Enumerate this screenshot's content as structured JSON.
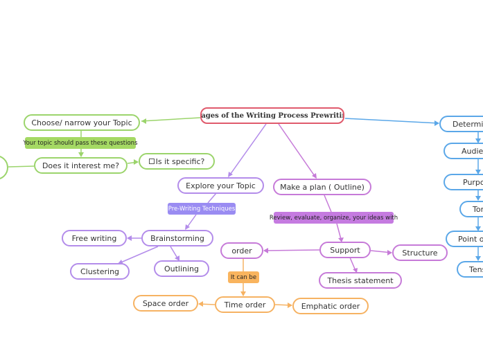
{
  "colors": {
    "root": "#e05a6c",
    "green": "#9bd46b",
    "purple": "#b38cea",
    "plum": "#c67ad8",
    "orange": "#f6b262",
    "blue": "#5aa7e8"
  },
  "root": {
    "title": "Stages of the Writing Process Prewriting"
  },
  "left_branch": {
    "choose_topic": "Choose/ narrow your Topic",
    "questions_label": "Your topic should pass these questions",
    "interest": "Does it interest me?",
    "specific": "Is it specific?"
  },
  "explore": {
    "title": "Explore your Topic",
    "techniques_label": "Pre-Writing Techniques",
    "brainstorming": "Brainstorming",
    "free_writing": "Free writing",
    "clustering": "Clustering",
    "outlining": "Outlining"
  },
  "plan": {
    "title": "Make a plan ( Outline)",
    "review_label": "Review, evaluate, organize, your ideas with",
    "support": "Support",
    "structure": "Structure",
    "thesis": "Thesis statement",
    "order": "order",
    "it_can_be": "It can be",
    "time_order": "Time order",
    "space_order": "Space order",
    "emphatic_order": "Emphatic order"
  },
  "determine": {
    "title": "Determine",
    "audience": "Audience",
    "purpose": "Purpose",
    "tone": "Tone",
    "point_of_view": "Point of",
    "tense": "Tense"
  }
}
